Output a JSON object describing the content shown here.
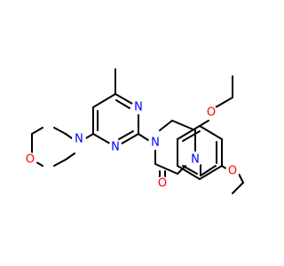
{
  "molecule": {
    "atom_colors": {
      "N": "#0000ff",
      "O": "#ff0000"
    },
    "labels": {
      "morpholine_o": "O",
      "morpholine_n": "N",
      "pyrimidine_n3": "N",
      "pyrimidine_n1": "N",
      "piperazine_n1": "N",
      "piperazine_n4": "N",
      "carbonyl_o": "O",
      "ethoxy_o_upper": "O",
      "ethoxy_o_lower": "O"
    }
  }
}
